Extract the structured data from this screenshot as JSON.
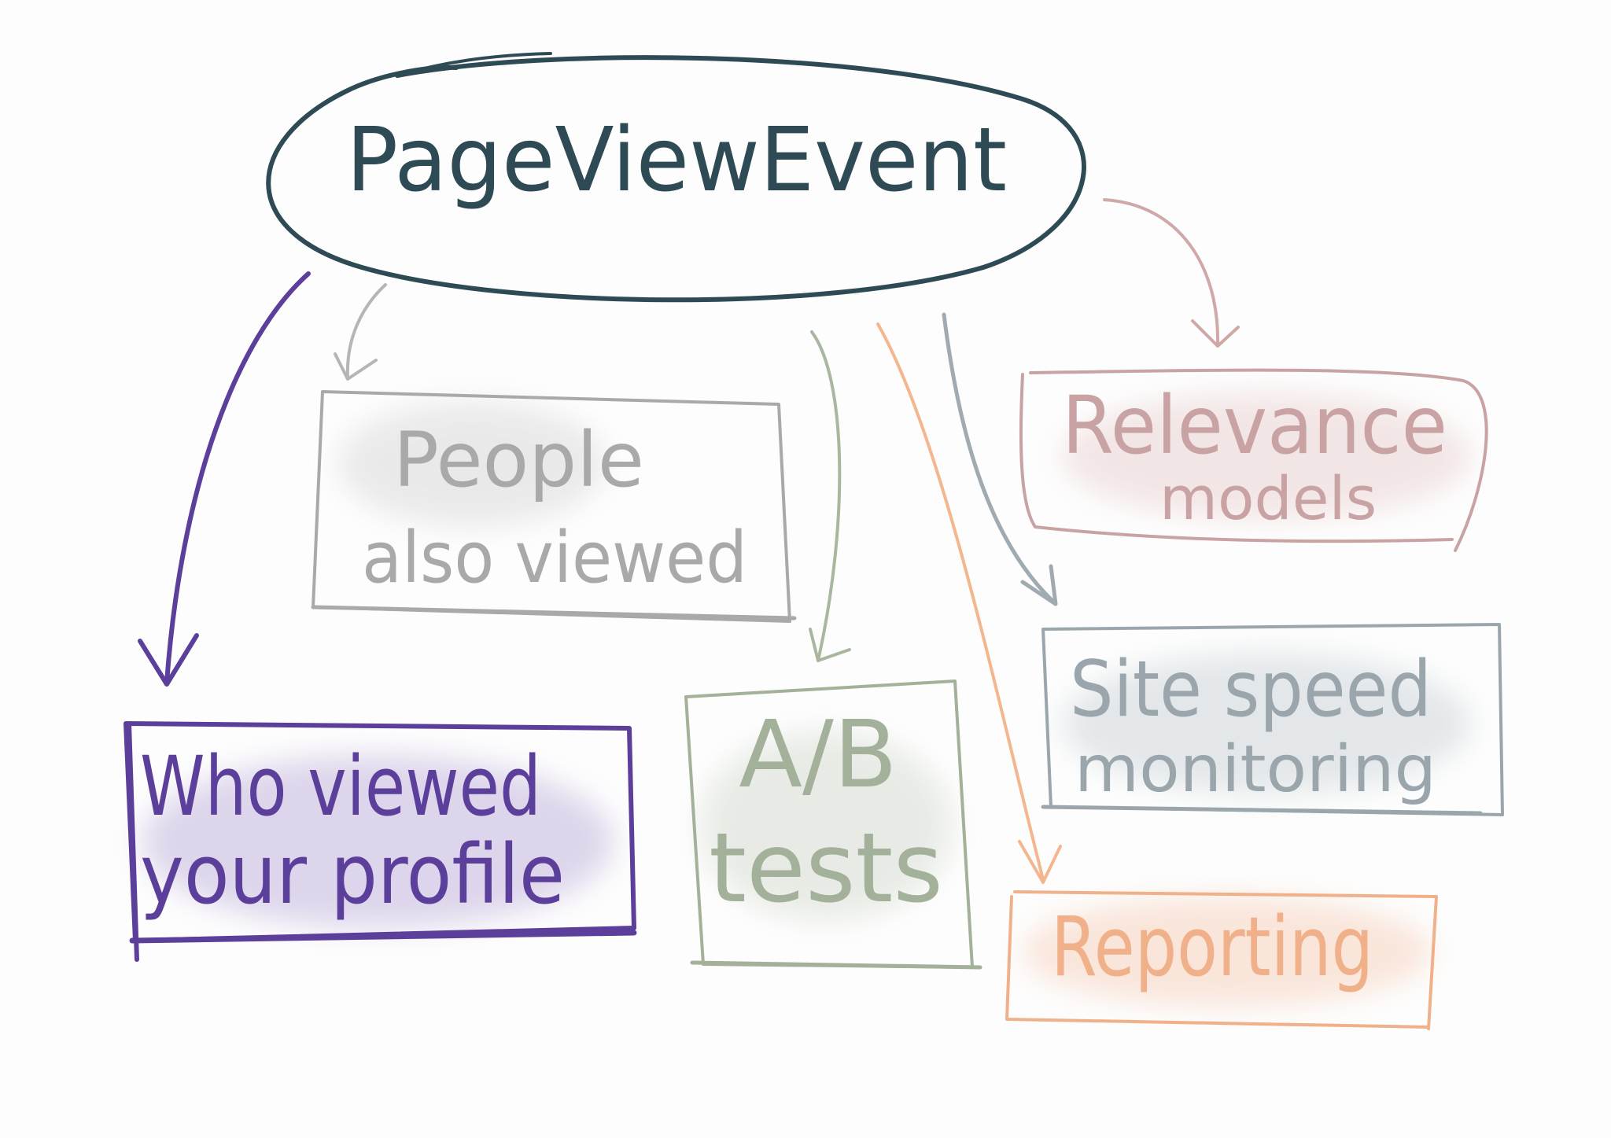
{
  "diagram": {
    "root": {
      "label": "PageViewEvent",
      "color": "#2e4a55"
    },
    "consumers": [
      {
        "id": "who-viewed",
        "lines": [
          "Who viewed",
          "your profile"
        ],
        "color": "#5b3f9a",
        "fill": "#b7a6d6"
      },
      {
        "id": "people-also-viewed",
        "lines": [
          "People",
          "also viewed"
        ],
        "color": "#a9a9a9",
        "fill": "#d9d9d9"
      },
      {
        "id": "ab-tests",
        "lines": [
          "A/B",
          "tests"
        ],
        "color": "#a3b09a",
        "fill": "#d7ddd2"
      },
      {
        "id": "relevance-models",
        "lines": [
          "Relevance",
          "models"
        ],
        "color": "#c9a3a3",
        "fill": "#ead6d6"
      },
      {
        "id": "site-speed",
        "lines": [
          "Site speed",
          "monitoring"
        ],
        "color": "#9ba6ac",
        "fill": "#d3d9dc"
      },
      {
        "id": "reporting",
        "lines": [
          "Reporting"
        ],
        "color": "#f0b089",
        "fill": "#f7d9c6"
      }
    ]
  }
}
